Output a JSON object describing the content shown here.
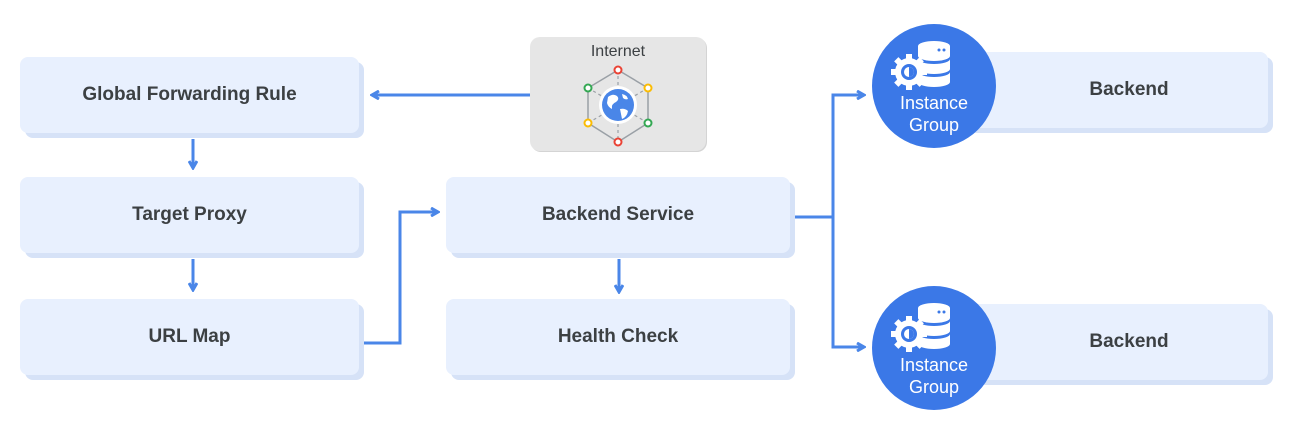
{
  "nodes": {
    "global_forwarding_rule": "Global Forwarding Rule",
    "target_proxy": "Target Proxy",
    "url_map": "URL Map",
    "backend_service": "Backend Service",
    "health_check": "Health Check",
    "internet": "Internet",
    "backend_1": "Backend",
    "backend_2": "Backend",
    "instance_group_1": "Instance Group",
    "instance_group_2": "Instance Group"
  },
  "colors": {
    "box_fill": "#e8f0fe",
    "box_shadow": "#d6e2f7",
    "arrow": "#4a86e8",
    "instance_group": "#3b78e7",
    "text": "#3c4043",
    "node_red": "#ea4335",
    "node_green": "#34a853",
    "node_yellow": "#fbbc04"
  },
  "icons": {
    "internet": "globe-network-icon",
    "instance_group": "database-gear-icon"
  }
}
